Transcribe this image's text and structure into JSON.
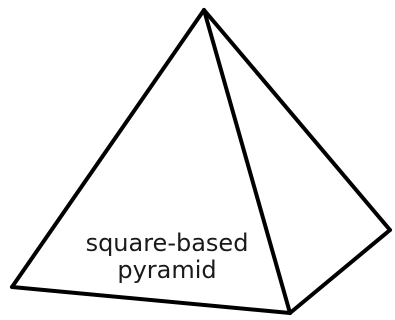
{
  "diagram": {
    "shape": "square-based pyramid",
    "label_line1": "square-based",
    "label_line2": "pyramid",
    "colors": {
      "background": "#ffffff",
      "outline": "#000000",
      "text": "#1a1a1a"
    }
  }
}
